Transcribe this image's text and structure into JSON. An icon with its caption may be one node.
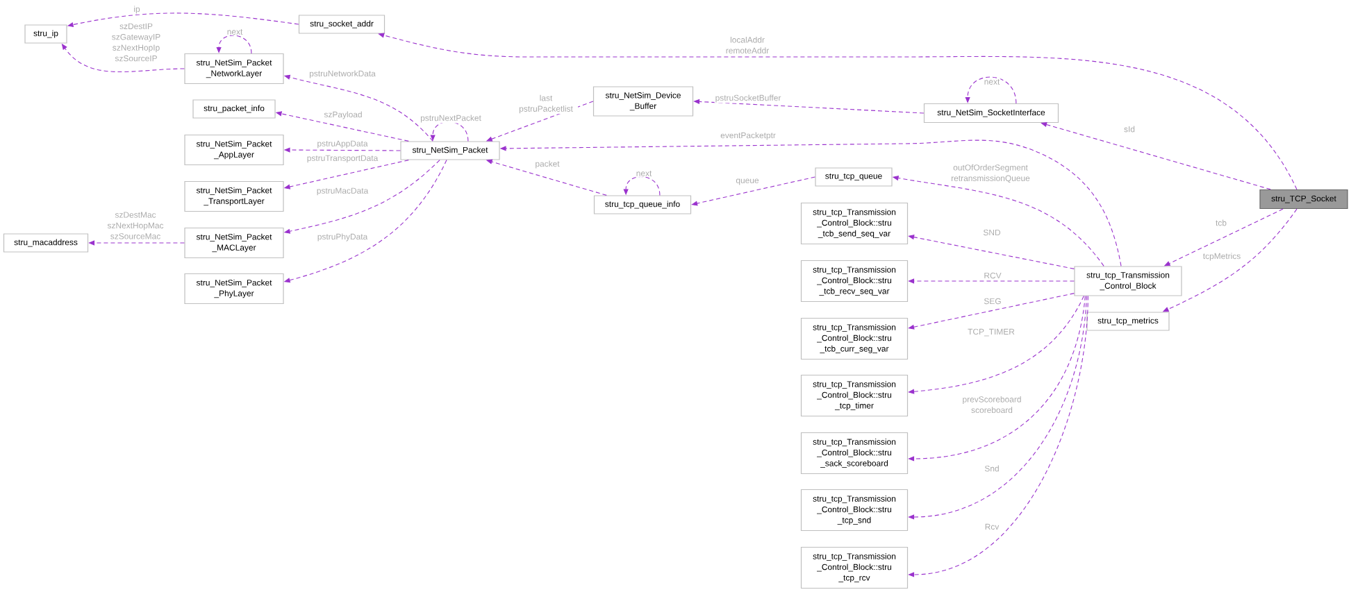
{
  "diagram": {
    "nodes": [
      {
        "text": [
          "stru_ip"
        ]
      },
      {
        "text": [
          "stru_socket_addr"
        ]
      },
      {
        "text": [
          "stru_NetSim_Packet _NetworkLayer"
        ]
      },
      {
        "text": [
          "stru_packet_info"
        ]
      },
      {
        "text": [
          "stru_NetSim_Packet _AppLayer"
        ]
      },
      {
        "text": [
          "stru_NetSim_Packet _TransportLayer"
        ]
      },
      {
        "text": [
          "stru_NetSim_Packet _MACLayer"
        ]
      },
      {
        "text": [
          "stru_NetSim_Packet _PhyLayer"
        ]
      },
      {
        "text": [
          "stru_macaddress"
        ]
      },
      {
        "text": [
          "stru_NetSim_Packet"
        ]
      },
      {
        "text": [
          "stru_NetSim_Device _Buffer"
        ]
      },
      {
        "text": [
          "stru_tcp_queue_info"
        ]
      },
      {
        "text": [
          "stru_tcp_queue"
        ]
      },
      {
        "text": [
          "stru_NetSim_SocketInterface"
        ]
      },
      {
        "text": [
          "stru_tcp_Transmission _Control_Block::stru _tcb_send_seq_var"
        ]
      },
      {
        "text": [
          "stru_tcp_Transmission _Control_Block::stru _tcb_recv_seq_var"
        ]
      },
      {
        "text": [
          "stru_tcp_Transmission _Control_Block::stru _tcb_curr_seg_var"
        ]
      },
      {
        "text": [
          "stru_tcp_Transmission _Control_Block::stru _tcp_timer"
        ]
      },
      {
        "text": [
          "stru_tcp_Transmission _Control_Block::stru _sack_scoreboard"
        ]
      },
      {
        "text": [
          "stru_tcp_Transmission _Control_Block::stru _tcp_snd"
        ]
      },
      {
        "text": [
          "stru_tcp_Transmission _Control_Block::stru _tcp_rcv"
        ]
      },
      {
        "text": [
          "stru_tcp_Transmission _Control_Block"
        ]
      },
      {
        "text": [
          "stru_tcp_metrics"
        ]
      },
      {
        "text": [
          "stru_TCP_Socket"
        ]
      }
    ],
    "edges": [
      {
        "from": 1,
        "to": 0,
        "arrow": "to",
        "label": "ip",
        "style": "dashed"
      },
      {
        "from": 2,
        "to": 0,
        "arrow": "to",
        "label": "szDestIP szGatewayIP szNextHopIp szSourceIP",
        "style": "dashed"
      },
      {
        "from": 2,
        "to": 2,
        "arrow": "to",
        "label": "next",
        "style": "dashed"
      },
      {
        "from": 23,
        "to": 1,
        "arrow": "to",
        "label": "localAddr remoteAddr",
        "style": "dashed"
      },
      {
        "from": 9,
        "to": 2,
        "arrow": "to",
        "label": "pstruNetworkData",
        "style": "dashed"
      },
      {
        "from": 9,
        "to": 3,
        "arrow": "to",
        "label": "szPayload",
        "style": "dashed"
      },
      {
        "from": 9,
        "to": 4,
        "arrow": "to",
        "label": "pstruAppData",
        "style": "dashed"
      },
      {
        "from": 9,
        "to": 5,
        "arrow": "to",
        "label": "pstruTransportData",
        "style": "dashed"
      },
      {
        "from": 9,
        "to": 6,
        "arrow": "to",
        "label": "pstruMacData",
        "style": "dashed"
      },
      {
        "from": 9,
        "to": 7,
        "arrow": "to",
        "label": "pstruPhyData",
        "style": "dashed"
      },
      {
        "from": 6,
        "to": 8,
        "arrow": "to",
        "label": "szDestMac szNextHopMac szSourceMac",
        "style": "dashed"
      },
      {
        "from": 9,
        "to": 9,
        "arrow": "to",
        "label": "pstruNextPacket",
        "style": "dashed"
      },
      {
        "from": 10,
        "to": 9,
        "arrow": "to",
        "label": "last pstruPacketlist",
        "style": "dashed"
      },
      {
        "from": 11,
        "to": 9,
        "arrow": "to",
        "label": "packet",
        "style": "dashed"
      },
      {
        "from": 11,
        "to": 11,
        "arrow": "to",
        "label": "next",
        "style": "dashed"
      },
      {
        "from": 21,
        "to": 9,
        "arrow": "to",
        "label": "eventPacketptr",
        "style": "dashed"
      },
      {
        "from": 13,
        "to": 10,
        "arrow": "to",
        "label": "pstruSocketBuffer",
        "style": "dashed"
      },
      {
        "from": 13,
        "to": 13,
        "arrow": "to",
        "label": "next",
        "style": "dashed"
      },
      {
        "from": 23,
        "to": 13,
        "arrow": "to",
        "label": "sId",
        "style": "dashed"
      },
      {
        "from": 12,
        "to": 11,
        "arrow": "to",
        "label": "queue",
        "style": "dashed"
      },
      {
        "from": 21,
        "to": 12,
        "arrow": "to",
        "label": "outOfOrderSegment retransmissionQueue",
        "style": "dashed"
      },
      {
        "from": 21,
        "to": 14,
        "arrow": "to",
        "label": "SND",
        "style": "dashed"
      },
      {
        "from": 21,
        "to": 15,
        "arrow": "to",
        "label": "RCV",
        "style": "dashed"
      },
      {
        "from": 21,
        "to": 16,
        "arrow": "to",
        "label": "SEG",
        "style": "dashed"
      },
      {
        "from": 21,
        "to": 17,
        "arrow": "to",
        "label": "TCP_TIMER",
        "style": "dashed"
      },
      {
        "from": 21,
        "to": 18,
        "arrow": "to",
        "label": "prevScoreboard scoreboard",
        "style": "dashed"
      },
      {
        "from": 21,
        "to": 19,
        "arrow": "to",
        "label": "Snd",
        "style": "dashed"
      },
      {
        "from": 21,
        "to": 20,
        "arrow": "to",
        "label": "Rcv",
        "style": "dashed"
      },
      {
        "from": 23,
        "to": 21,
        "arrow": "to",
        "label": "tcb",
        "style": "dashed"
      },
      {
        "from": 23,
        "to": 22,
        "arrow": "to",
        "label": "tcpMetrics",
        "style": "dashed"
      }
    ]
  }
}
